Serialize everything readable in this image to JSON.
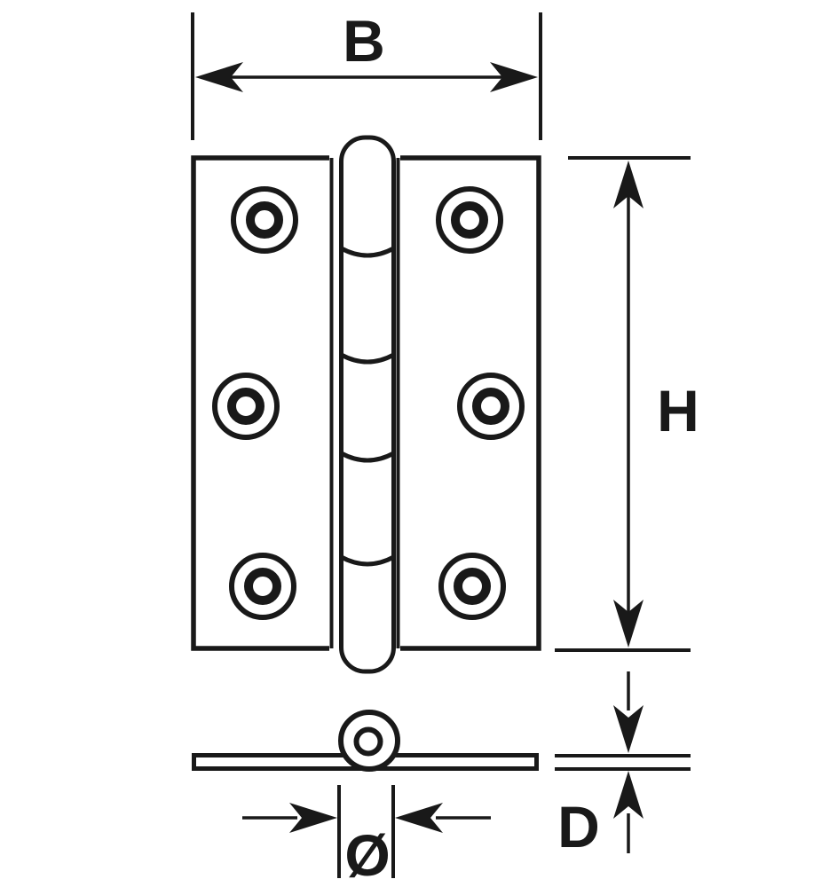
{
  "diagram": {
    "type": "technical-drawing",
    "subject": "butt-hinge",
    "labels": {
      "width": "B",
      "height": "H",
      "thickness": "D",
      "diameter": "Ø"
    },
    "colors": {
      "ink": "#191919",
      "background": "#ffffff"
    }
  }
}
